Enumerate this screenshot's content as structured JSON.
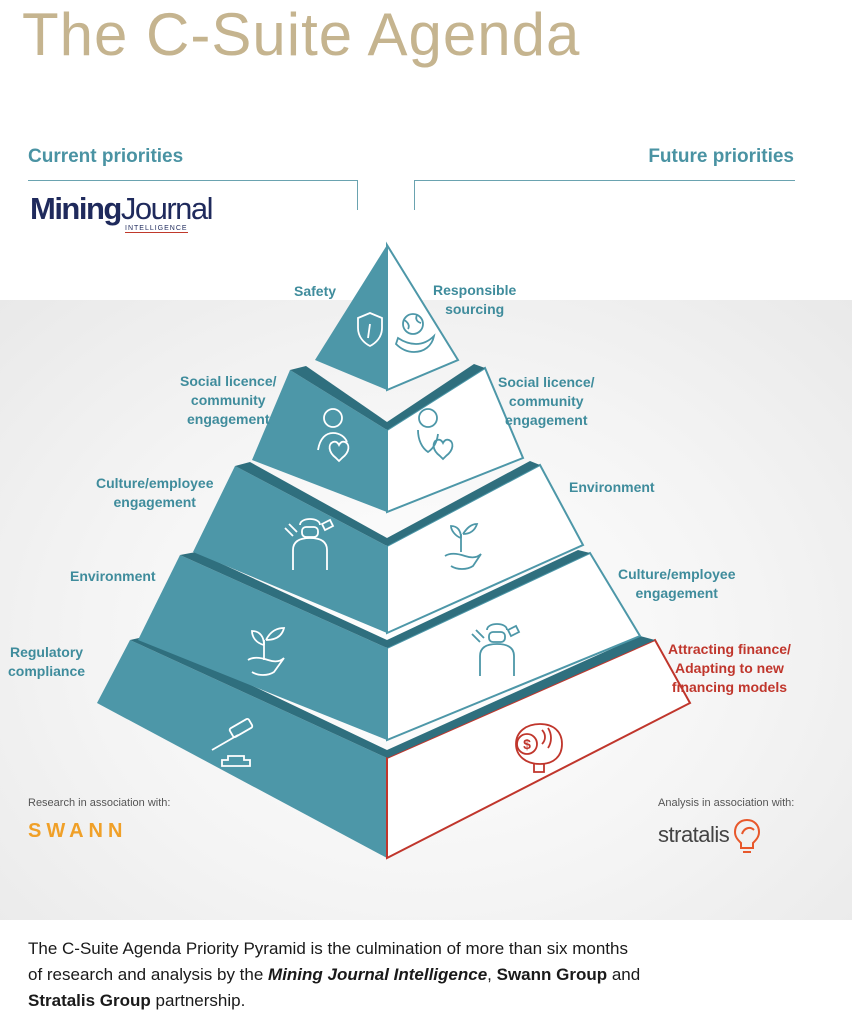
{
  "title": "The C-Suite Agenda",
  "headings": {
    "current": "Current priorities",
    "future": "Future priorities"
  },
  "logo": {
    "main_bold": "Mining",
    "main_thin": "Journal",
    "sub": "INTELLIGENCE"
  },
  "current_priorities": [
    {
      "label": "Safety",
      "icon": "shield-icon"
    },
    {
      "label": "Social licence/\ncommunity\nengagement",
      "icon": "person-heart-icon"
    },
    {
      "label": "Culture/employee\nengagement",
      "icon": "worker-icon"
    },
    {
      "label": "Environment",
      "icon": "plant-hand-icon"
    },
    {
      "label": "Regulatory\ncompliance",
      "icon": "gavel-icon"
    }
  ],
  "future_priorities": [
    {
      "label": "Responsible\nsourcing",
      "icon": "globe-hand-icon"
    },
    {
      "label": "Social licence/\ncommunity\nengagement",
      "icon": "person-heart-icon"
    },
    {
      "label": "Environment",
      "icon": "plant-hand-icon"
    },
    {
      "label": "Culture/employee\nengagement",
      "icon": "worker-icon"
    },
    {
      "label": "Attracting finance/\nAdapting to new\nfinancing models",
      "icon": "brain-money-icon"
    }
  ],
  "credits": {
    "research_label": "Research in association with:",
    "research_partner": "SWANN",
    "analysis_label": "Analysis in association with:",
    "analysis_partner": "stratalis"
  },
  "footer": {
    "p1": "The C-Suite Agenda Priority Pyramid is the culmination of more than six months",
    "p2": "of research and analysis by the ",
    "mj": "Mining Journal Intelligence",
    "p3": ", ",
    "swann": "Swann Group",
    "p4": " and",
    "stratalis": "Stratalis Group",
    "p5": " partnership."
  },
  "colors": {
    "teal": "#4d97a8",
    "teal_dark": "#2f6f7e",
    "accent_red": "#c0362c",
    "title_gold": "#c5b48f"
  }
}
